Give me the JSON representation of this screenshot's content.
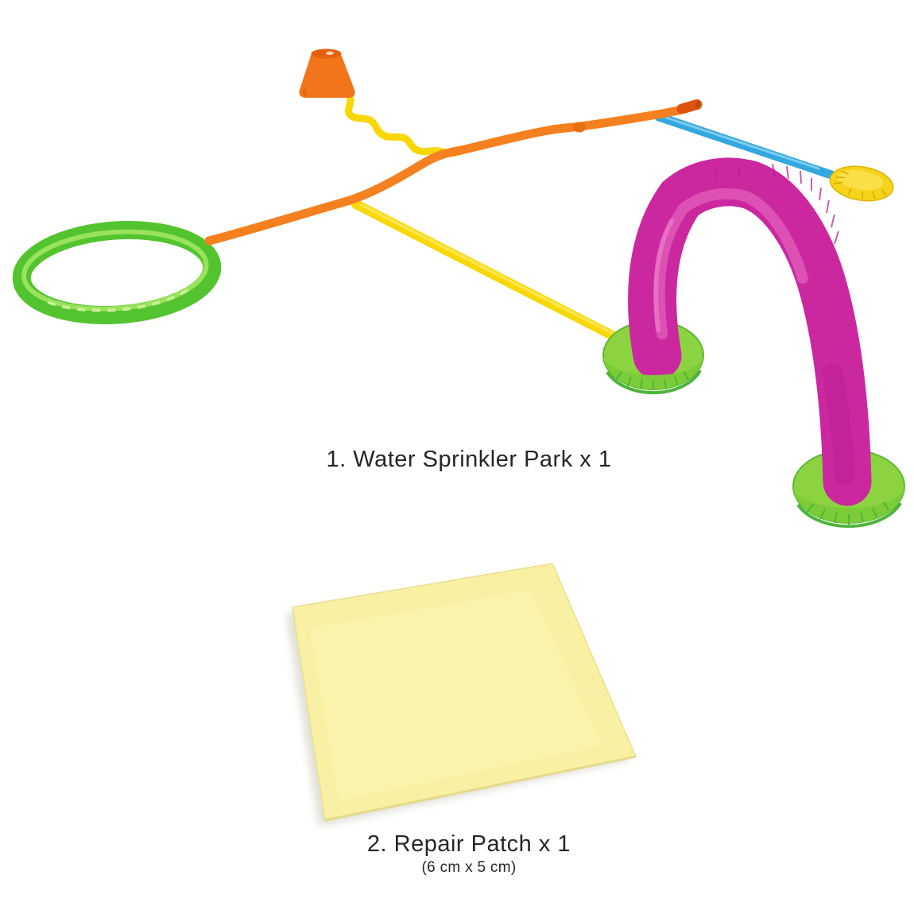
{
  "page": {
    "background": "#ffffff"
  },
  "items": [
    {
      "number": "1",
      "label": "1. Water Sprinkler Park x 1",
      "parts": [
        "green-ring",
        "orange-cone-sprayer",
        "yellow-squiggle-tube",
        "orange-tube",
        "spray-nozzle-tip",
        "blue-tube",
        "yellow-disc-float",
        "pink-sprinkler-arch",
        "green-inflatable-base-left",
        "green-inflatable-base-right",
        "yellow-straight-tube"
      ]
    },
    {
      "number": "2",
      "label": "2. Repair Patch x 1",
      "note": "(6 cm x 5 cm)"
    }
  ],
  "colors": {
    "ring_green": "#53C42F",
    "ring_highlight": "#A6E763",
    "yellow_tube": "#F8D703",
    "orange_tube": "#F5801F",
    "cone_orange": "#F2751B",
    "blue_tube": "#33A7DF",
    "disc_yellow": "#F6D31B",
    "arch_pink": "#CB28A0",
    "arch_highlight": "#E765BF",
    "base_green": "#8BD341",
    "base_rim_green": "#4DB43B",
    "patch_yellow": "#F8F1A3",
    "text": "#262626"
  }
}
